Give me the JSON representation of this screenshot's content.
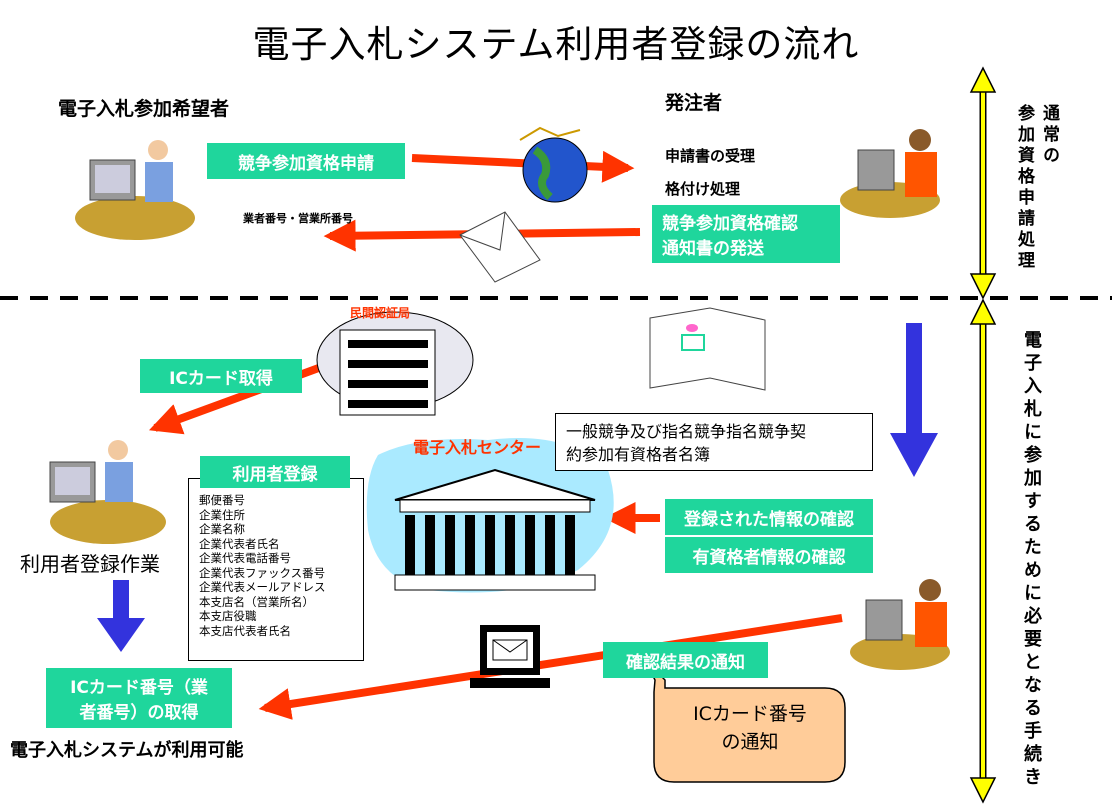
{
  "title": "電子入札システム利用者登録の流れ",
  "applicant_header": "電子入札参加希望者",
  "orderer_header": "発注者",
  "apply_qualification": "競争参加資格申請",
  "receipt": "申請書の受理",
  "rating": "格付け処理",
  "confirm_notice_line1": "競争参加資格確認",
  "confirm_notice_line2": "通知書の発送",
  "biz_number": "業者番号・営業所番号",
  "side_normal_line1": "通常の",
  "side_normal_line2": "参加資格申請処理",
  "ca_label": "民間認証局",
  "ic_card_get": "ICカード取得",
  "registry_line1": "一般競争及び指名競争指名競争契",
  "registry_line2": "約参加有資格者名簿",
  "center_label": "電子入札センター",
  "user_registration": "利用者登録",
  "reg_fields": [
    "郵便番号",
    "企業住所",
    "企業名称",
    "企業代表者氏名",
    "企業代表電話番号",
    "企業代表ファックス番号",
    "企業代表メールアドレス",
    "本支店名（営業所名）",
    "本支店役職",
    "本支店代表者氏名"
  ],
  "registered_info_check": "登録された情報の確認",
  "qualified_info_check": "有資格者情報の確認",
  "registration_work": "利用者登録作業",
  "ic_number_line1": "ICカード番号（業",
  "ic_number_line2": "者番号）の取得",
  "system_available": "電子入札システムが利用可能",
  "result_notice": "確認結果の通知",
  "ic_notice_line1": "ICカード番号",
  "ic_notice_line2": "の通知",
  "side_needed": "電子入札に参加するために必要となる手続き",
  "colors": {
    "green": "#1fd69c",
    "red": "#ff3300",
    "blue": "#3333dd",
    "yellow": "#ffff00",
    "callout": "#ffcc99"
  }
}
